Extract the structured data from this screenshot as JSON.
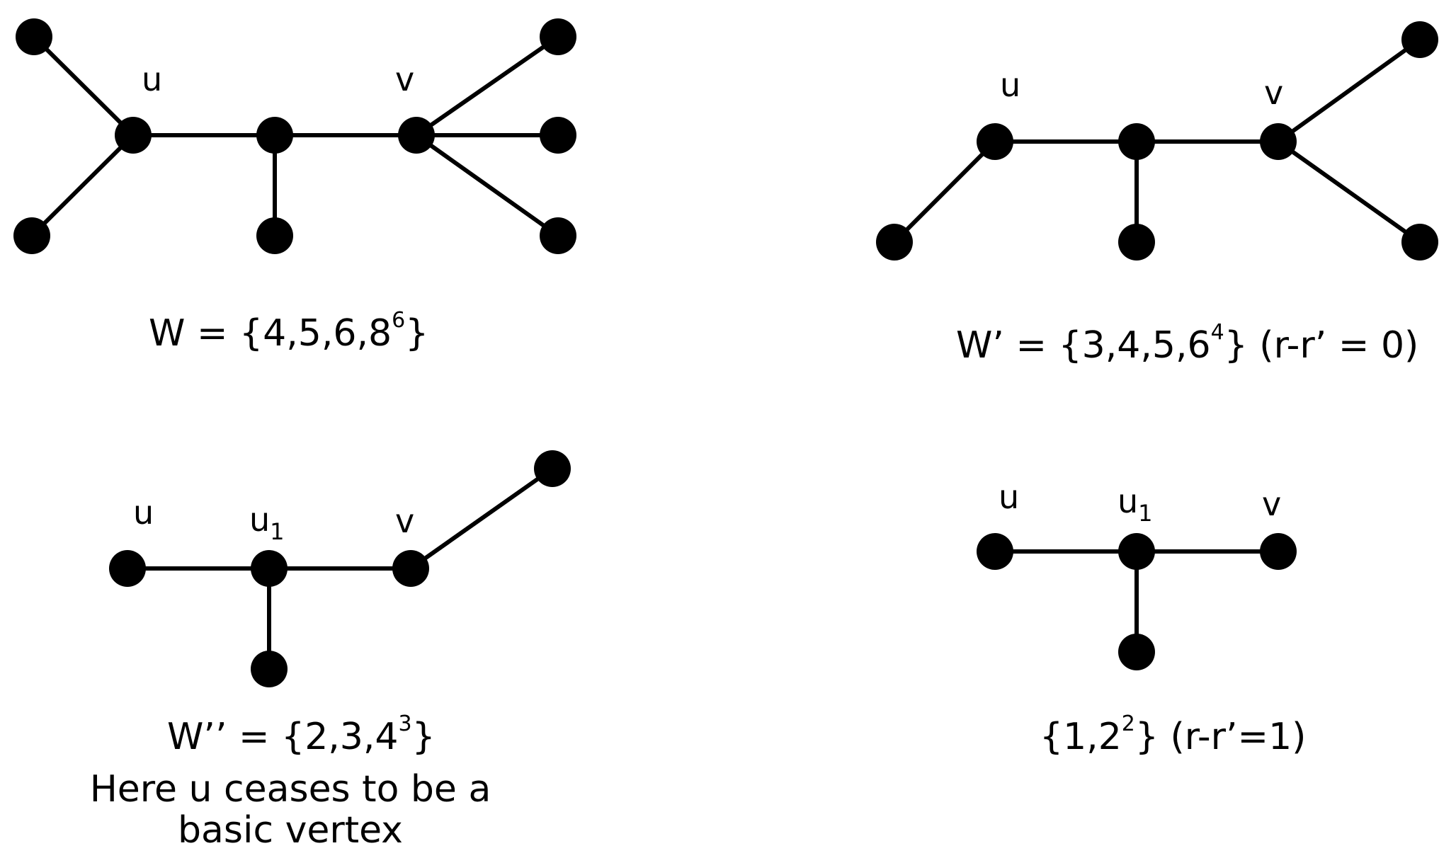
{
  "colors": {
    "ink": "#000000",
    "background": "#ffffff"
  },
  "panels": [
    {
      "id": "W",
      "labels": {
        "u": "u",
        "v": "v"
      },
      "caption": {
        "main": "W = {4,5,6,8",
        "sup": "6",
        "tail": "}"
      }
    },
    {
      "id": "W-prime",
      "labels": {
        "u": "u",
        "v": "v"
      },
      "caption": {
        "main": "W’ = {3,4,5,6",
        "sup": "4",
        "tail": "} (r-r’ = 0)"
      }
    },
    {
      "id": "W-double-prime",
      "labels": {
        "u": "u",
        "u1_base": "u",
        "u1_sub": "1",
        "v": "v"
      },
      "caption": {
        "main": "W’’ = {2,3,4",
        "sup": "3",
        "tail": "}"
      },
      "note": [
        "Here u ceases to be a",
        "basic vertex"
      ]
    },
    {
      "id": "final",
      "labels": {
        "u": "u",
        "u1_base": "u",
        "u1_sub": "1",
        "v": "v"
      },
      "caption": {
        "main": "{1,2",
        "sup": "2",
        "tail": "} (r-r’=1)"
      }
    }
  ]
}
